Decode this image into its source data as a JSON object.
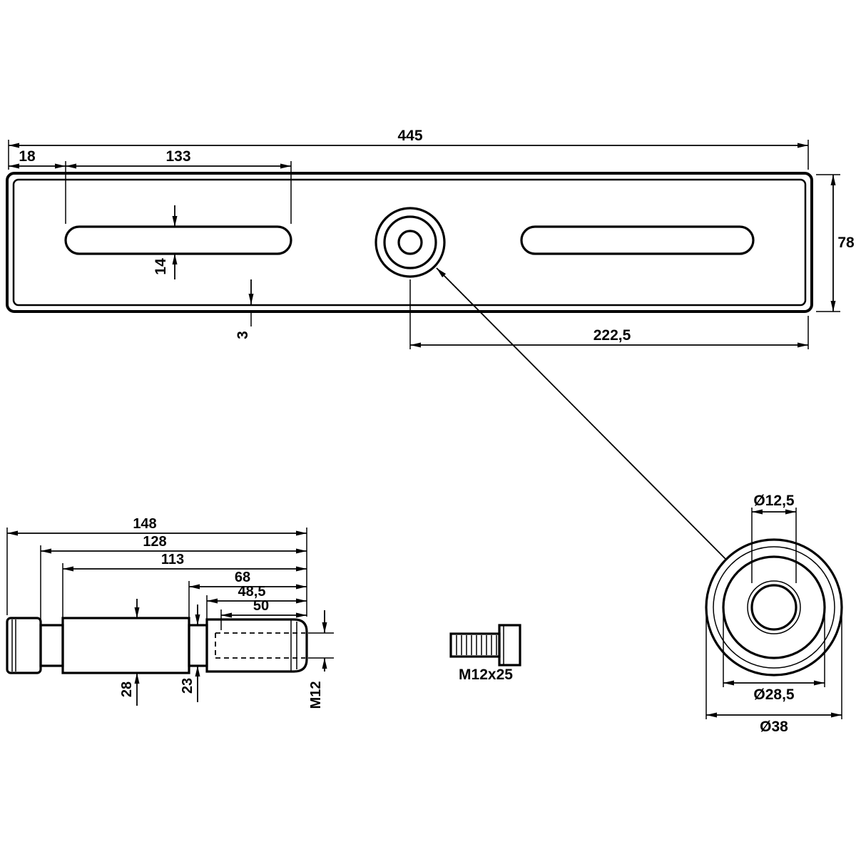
{
  "drawing": {
    "type": "technical-dimension-drawing",
    "colors": {
      "line": "#000000",
      "background": "#ffffff"
    },
    "plate": {
      "d445": "445",
      "d18": "18",
      "d133": "133",
      "d14": "14",
      "d3": "3",
      "d78": "78",
      "d222_5": "222,5"
    },
    "pin": {
      "d148": "148",
      "d128": "128",
      "d113": "113",
      "d68": "68",
      "d48_5": "48,5",
      "d50": "50",
      "d28": "28",
      "d23": "23",
      "thread": "M12"
    },
    "bolt": {
      "label": "M12x25"
    },
    "hole_detail": {
      "d12_5": "Ø12,5",
      "d28_5": "Ø28,5",
      "d38": "Ø38"
    }
  }
}
